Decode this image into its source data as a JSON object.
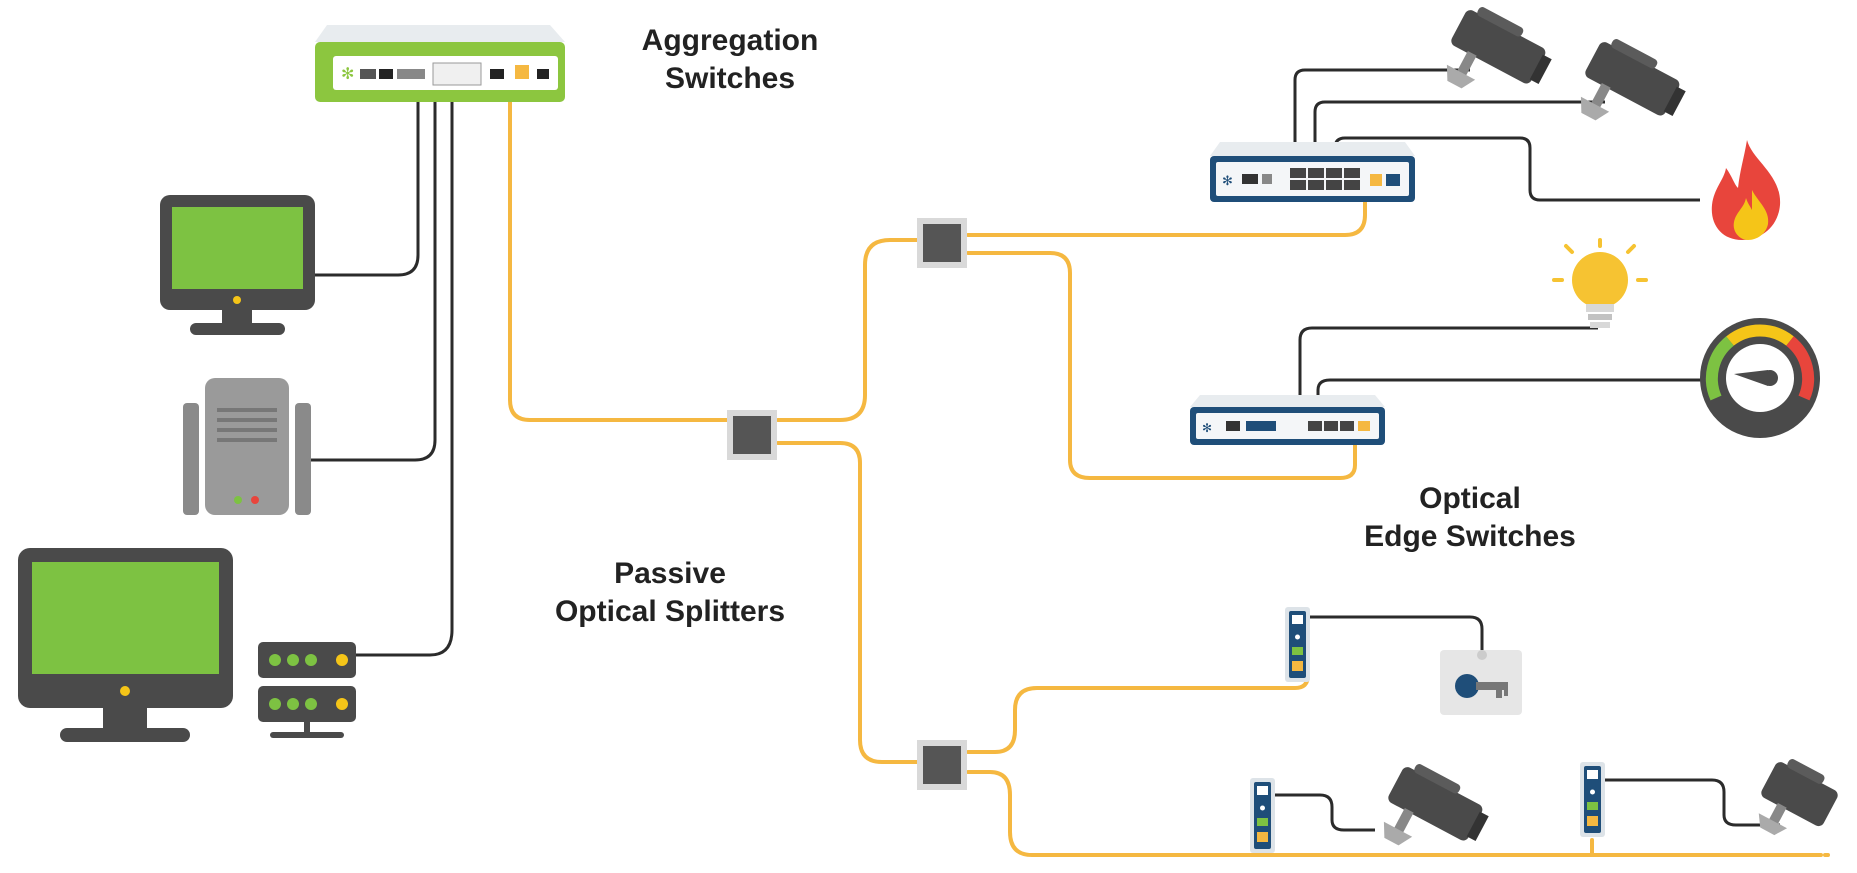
{
  "labels": {
    "aggregation": [
      "Aggregation",
      "Switches"
    ],
    "splitters": [
      "Passive",
      "Optical Splitters"
    ],
    "edge": [
      "Optical",
      "Edge Switches"
    ]
  },
  "colors": {
    "fiber": "#f5b841",
    "copper": "#2b2b2b",
    "screen": "#7dc242",
    "device_dark": "#4a4a4a",
    "switch_blue": "#1f4e79",
    "agg_green": "#8cc63f",
    "flame_red": "#e8453c",
    "flame_yellow": "#f5c518",
    "bulb": "#f6c332"
  },
  "nodes": {
    "aggregation_switch": "aggregation-switch",
    "end_devices": [
      "workstation-monitor",
      "tower-server",
      "desktop-monitor",
      "network-server-rack"
    ],
    "splitters": [
      "splitter-1",
      "splitter-2",
      "splitter-3"
    ],
    "edge_switches": [
      "edge-switch-1",
      "edge-switch-2",
      "edge-switch-3",
      "edge-switch-4",
      "edge-switch-5"
    ],
    "endpoints": [
      "camera-icon",
      "camera-icon",
      "fire-icon",
      "light-bulb-icon",
      "gauge-icon",
      "keycard-reader-icon",
      "camera-icon",
      "camera-icon"
    ]
  }
}
